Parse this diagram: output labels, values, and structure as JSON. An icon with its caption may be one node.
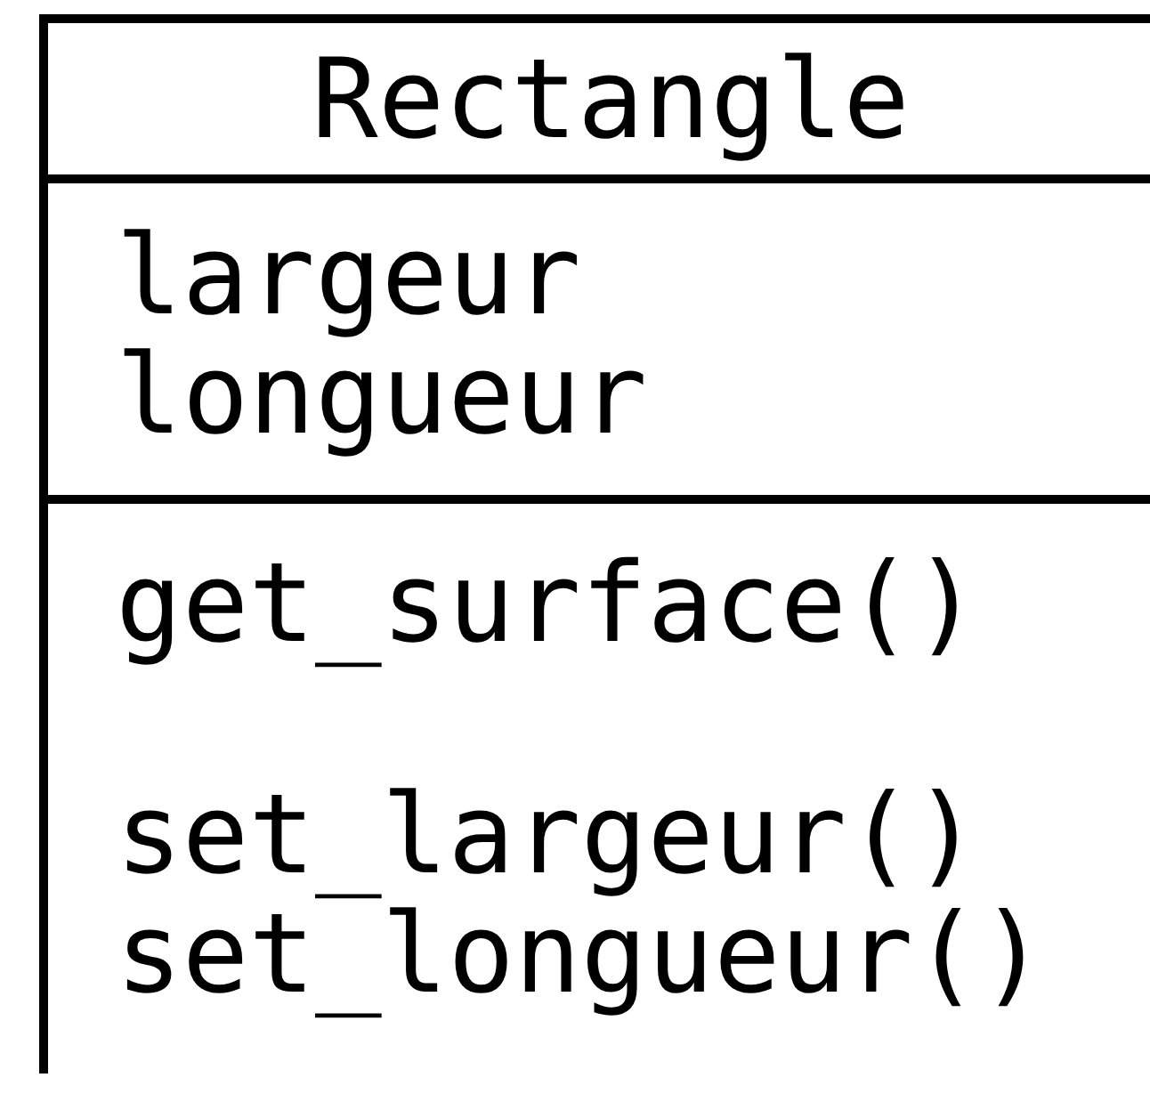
{
  "diagram": {
    "nodes": [
      {
        "text": [
          "Rectangle"
        ]
      },
      {
        "text": [
          "largeur",
          "longueur"
        ]
      },
      {
        "text": [
          "get_surface()",
          "set_largeur()",
          "set_longueur()"
        ]
      }
    ]
  }
}
